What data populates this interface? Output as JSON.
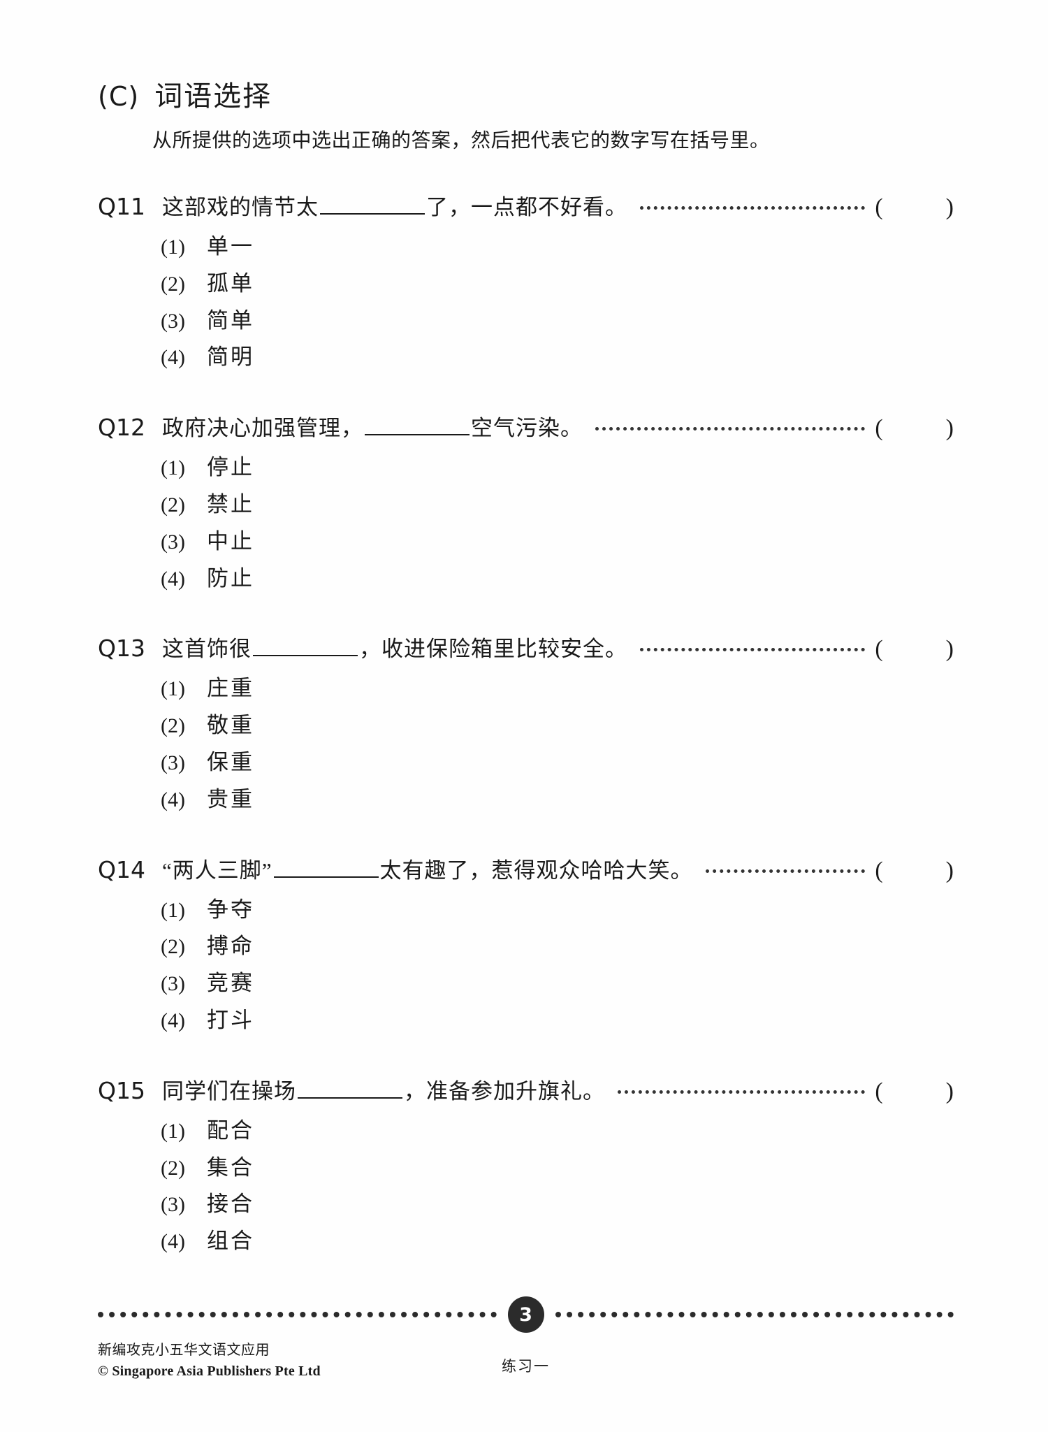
{
  "section": {
    "letter": "(C)",
    "title": "词语选择",
    "instruction": "从所提供的选项中选出正确的答案，然后把代表它的数字写在括号里。"
  },
  "questions": [
    {
      "number": "Q11",
      "text_before_blank": "这部戏的情节太",
      "text_after_blank": "了，一点都不好看。",
      "answer_open": "(",
      "answer_close": ")",
      "options": [
        {
          "label": "(1)",
          "text": "单一"
        },
        {
          "label": "(2)",
          "text": "孤单"
        },
        {
          "label": "(3)",
          "text": "简单"
        },
        {
          "label": "(4)",
          "text": "简明"
        }
      ]
    },
    {
      "number": "Q12",
      "text_before_blank": "政府决心加强管理，",
      "text_after_blank": "空气污染。",
      "answer_open": "(",
      "answer_close": ")",
      "options": [
        {
          "label": "(1)",
          "text": "停止"
        },
        {
          "label": "(2)",
          "text": "禁止"
        },
        {
          "label": "(3)",
          "text": "中止"
        },
        {
          "label": "(4)",
          "text": "防止"
        }
      ]
    },
    {
      "number": "Q13",
      "text_before_blank": "这首饰很",
      "text_after_blank": "，收进保险箱里比较安全。",
      "answer_open": "(",
      "answer_close": ")",
      "options": [
        {
          "label": "(1)",
          "text": "庄重"
        },
        {
          "label": "(2)",
          "text": "敬重"
        },
        {
          "label": "(3)",
          "text": "保重"
        },
        {
          "label": "(4)",
          "text": "贵重"
        }
      ]
    },
    {
      "number": "Q14",
      "text_before_blank": "“两人三脚”",
      "text_after_blank": "太有趣了，惹得观众哈哈大笑。",
      "answer_open": "(",
      "answer_close": ")",
      "options": [
        {
          "label": "(1)",
          "text": "争夺"
        },
        {
          "label": "(2)",
          "text": "搏命"
        },
        {
          "label": "(3)",
          "text": "竞赛"
        },
        {
          "label": "(4)",
          "text": "打斗"
        }
      ]
    },
    {
      "number": "Q15",
      "text_before_blank": "同学们在操场",
      "text_after_blank": "，准备参加升旗礼。",
      "answer_open": "(",
      "answer_close": ")",
      "options": [
        {
          "label": "(1)",
          "text": "配合"
        },
        {
          "label": "(2)",
          "text": "集合"
        },
        {
          "label": "(3)",
          "text": "接合"
        },
        {
          "label": "(4)",
          "text": "组合"
        }
      ]
    }
  ],
  "footer": {
    "page_number": "3",
    "book_title": "新编攻克小五华文语文应用",
    "copyright": "© Singapore Asia Publishers Pte Ltd",
    "exercise_label": "练习一"
  }
}
